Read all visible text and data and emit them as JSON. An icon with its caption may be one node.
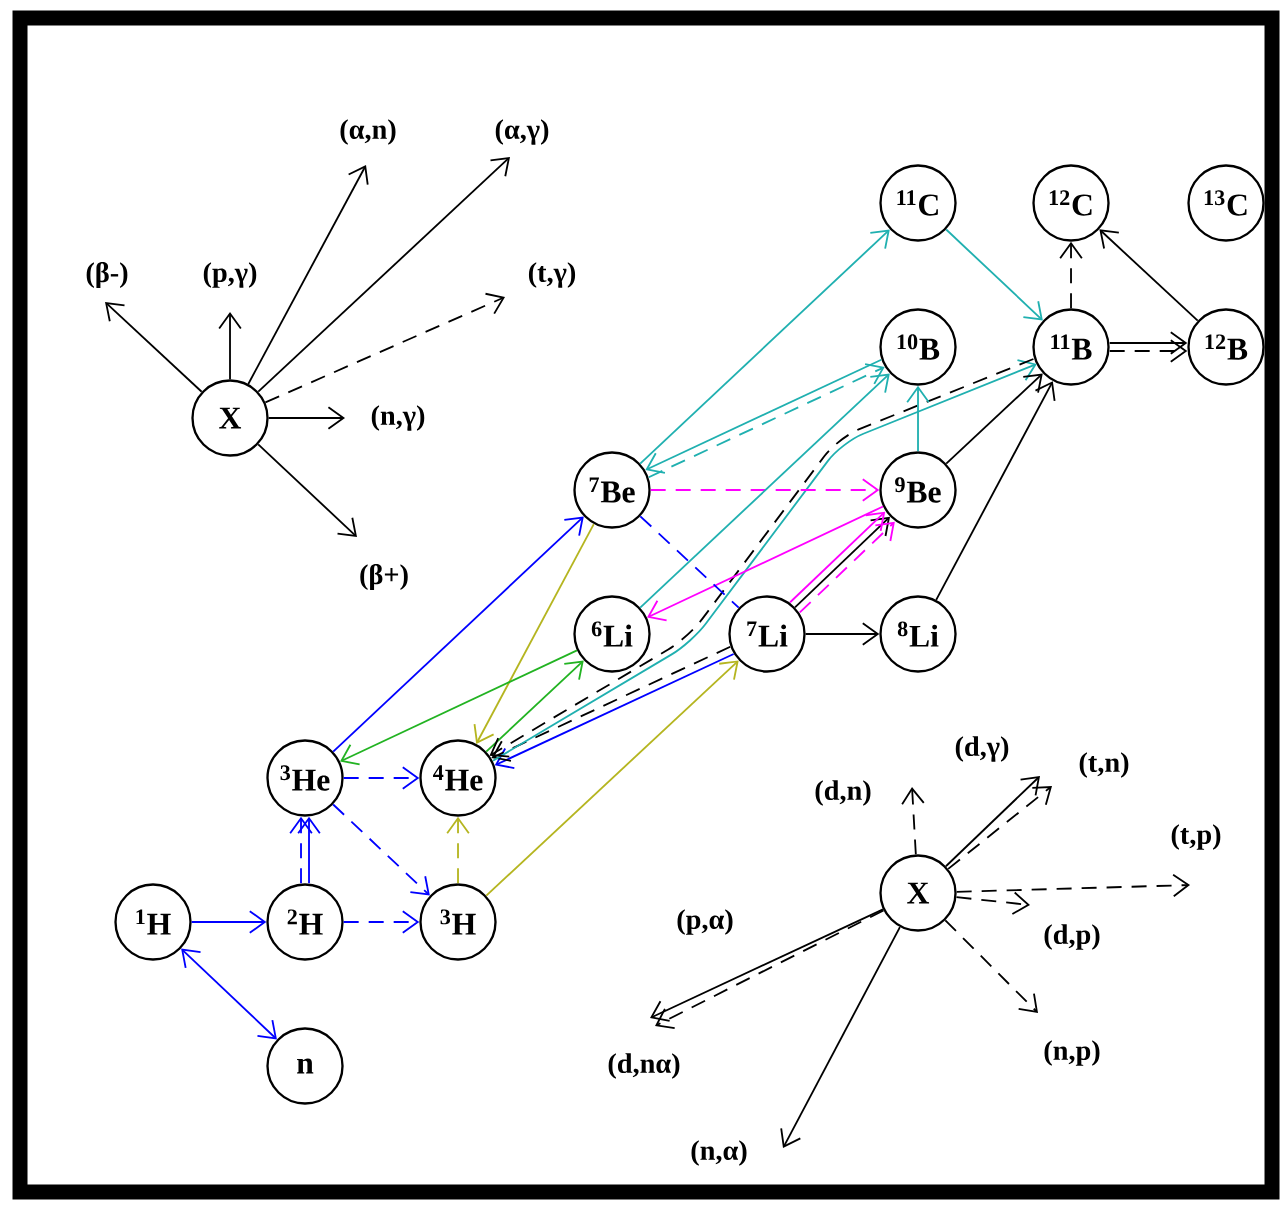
{
  "diagram": {
    "nodes": [
      {
        "text": [
          "X"
        ]
      },
      {
        "text": [
          "X"
        ]
      },
      {
        "text": [
          "$^{11}$C"
        ]
      },
      {
        "text": [
          "$^{12}$C"
        ]
      },
      {
        "text": [
          "$^{13}$C"
        ]
      },
      {
        "text": [
          "$^{10}$B"
        ]
      },
      {
        "text": [
          "$^{11}$B"
        ]
      },
      {
        "text": [
          "$^{12}$B"
        ]
      },
      {
        "text": [
          "$^{7}$Be"
        ]
      },
      {
        "text": [
          "$^{9}$Be"
        ]
      },
      {
        "text": [
          "$^{6}$Li"
        ]
      },
      {
        "text": [
          "$^{7}$Li"
        ]
      },
      {
        "text": [
          "$^{8}$Li"
        ]
      },
      {
        "text": [
          "$^{3}$He"
        ]
      },
      {
        "text": [
          "$^{4}$He"
        ]
      },
      {
        "text": [
          "$^{1}$H"
        ]
      },
      {
        "text": [
          "$^{2}$H"
        ]
      },
      {
        "text": [
          "$^{3}$H"
        ]
      },
      {
        "text": [
          "n"
        ]
      }
    ],
    "edges": [
      {
        "from": 15,
        "to": 16,
        "arrow": "to",
        "color": "#0000ff"
      },
      {
        "from": 15,
        "to": 18,
        "arrow": "both",
        "color": "#0000ff"
      },
      {
        "from": 16,
        "to": 13,
        "arrow": "to",
        "color": "#0000ff"
      },
      {
        "from": 16,
        "to": 13,
        "arrow": "to",
        "style": "dashed",
        "color": "#0000ff"
      },
      {
        "from": 16,
        "to": 17,
        "arrow": "to",
        "style": "dashed",
        "color": "#0000ff"
      },
      {
        "from": 13,
        "to": 14,
        "arrow": "to",
        "style": "dashed",
        "color": "#0000ff"
      },
      {
        "from": 13,
        "to": 17,
        "arrow": "to",
        "style": "dashed",
        "color": "#0000ff"
      },
      {
        "from": 17,
        "to": 14,
        "arrow": "to",
        "style": "dashed",
        "color": "#b5b520"
      },
      {
        "from": 17,
        "to": 11,
        "arrow": "to",
        "color": "#b5b520"
      },
      {
        "from": 8,
        "to": 14,
        "arrow": "to",
        "color": "#b5b520"
      },
      {
        "from": 13,
        "to": 8,
        "arrow": "to",
        "color": "#0000ff"
      },
      {
        "from": 10,
        "to": 13,
        "arrow": "to",
        "color": "#22b322"
      },
      {
        "from": 14,
        "to": 10,
        "arrow": "to",
        "color": "#22b322"
      },
      {
        "from": 11,
        "to": 14,
        "arrow": "to",
        "color": "#0000ff"
      },
      {
        "from": 11,
        "to": 14,
        "arrow": "to",
        "style": "dashed"
      },
      {
        "from": 14,
        "to": 6,
        "arrow": "to",
        "color": "#20b0b0"
      },
      {
        "from": 6,
        "to": 14,
        "arrow": "to",
        "style": "dashed"
      },
      {
        "from": 11,
        "to": 9,
        "arrow": "to"
      },
      {
        "from": 9,
        "to": 6,
        "arrow": "to"
      },
      {
        "from": 12,
        "to": 6,
        "arrow": "to"
      },
      {
        "from": 11,
        "to": 9,
        "arrow": "to",
        "color": "#ff00ff"
      },
      {
        "from": 11,
        "to": 9,
        "arrow": "to",
        "style": "dashed",
        "color": "#ff00ff"
      },
      {
        "from": 9,
        "to": 10,
        "arrow": "to",
        "color": "#ff00ff"
      },
      {
        "from": 8,
        "to": 9,
        "arrow": "to",
        "style": "dashed",
        "color": "#ff00ff"
      },
      {
        "from": 8,
        "to": 11,
        "arrow": "none",
        "style": "dashed",
        "color": "#0000ff"
      },
      {
        "from": 10,
        "to": 5,
        "arrow": "to",
        "color": "#20b0b0"
      },
      {
        "from": 5,
        "to": 8,
        "arrow": "to",
        "color": "#20b0b0"
      },
      {
        "from": 8,
        "to": 5,
        "arrow": "to",
        "style": "dashed",
        "color": "#20b0b0"
      },
      {
        "from": 9,
        "to": 5,
        "arrow": "to",
        "color": "#20b0b0"
      },
      {
        "from": 8,
        "to": 2,
        "arrow": "to",
        "color": "#20b0b0"
      },
      {
        "from": 2,
        "to": 6,
        "arrow": "to",
        "color": "#20b0b0"
      },
      {
        "from": 6,
        "to": 3,
        "arrow": "to",
        "style": "dashed"
      },
      {
        "from": 7,
        "to": 3,
        "arrow": "to"
      },
      {
        "from": 6,
        "to": 7,
        "arrow": "to"
      },
      {
        "from": 6,
        "to": 7,
        "arrow": "to",
        "style": "dashed"
      },
      {
        "from": 11,
        "to": 12,
        "arrow": "to"
      },
      {
        "from": 0,
        "to": null,
        "arrow": "to",
        "label": "(β-)"
      },
      {
        "from": 0,
        "to": null,
        "arrow": "to",
        "label": "(p,γ)"
      },
      {
        "from": 0,
        "to": null,
        "arrow": "to",
        "label": "(α,n)"
      },
      {
        "from": 0,
        "to": null,
        "arrow": "to",
        "label": "(α,γ)"
      },
      {
        "from": 0,
        "to": null,
        "arrow": "to",
        "style": "dashed",
        "label": "(t,γ)"
      },
      {
        "from": 0,
        "to": null,
        "arrow": "to",
        "label": "(n,γ)"
      },
      {
        "from": 0,
        "to": null,
        "arrow": "to",
        "label": "(β+)"
      },
      {
        "from": 1,
        "to": null,
        "arrow": "to",
        "style": "dashed",
        "label": "(d,n)"
      },
      {
        "from": 1,
        "to": null,
        "arrow": "to",
        "label": "(d,γ)"
      },
      {
        "from": 1,
        "to": null,
        "arrow": "to",
        "style": "dashed",
        "label": "(t,n)"
      },
      {
        "from": 1,
        "to": null,
        "arrow": "to",
        "style": "dashed",
        "label": "(t,p)"
      },
      {
        "from": 1,
        "to": null,
        "arrow": "to",
        "style": "dashed",
        "label": "(d,p)"
      },
      {
        "from": 1,
        "to": null,
        "arrow": "to",
        "style": "dashed",
        "label": "(n,p)"
      },
      {
        "from": 1,
        "to": null,
        "arrow": "to",
        "label": "(p,α)"
      },
      {
        "from": 1,
        "to": null,
        "arrow": "to",
        "style": "dashed",
        "label": "(d,nα)"
      },
      {
        "from": 1,
        "to": null,
        "arrow": "to",
        "label": "(n,α)"
      }
    ]
  }
}
